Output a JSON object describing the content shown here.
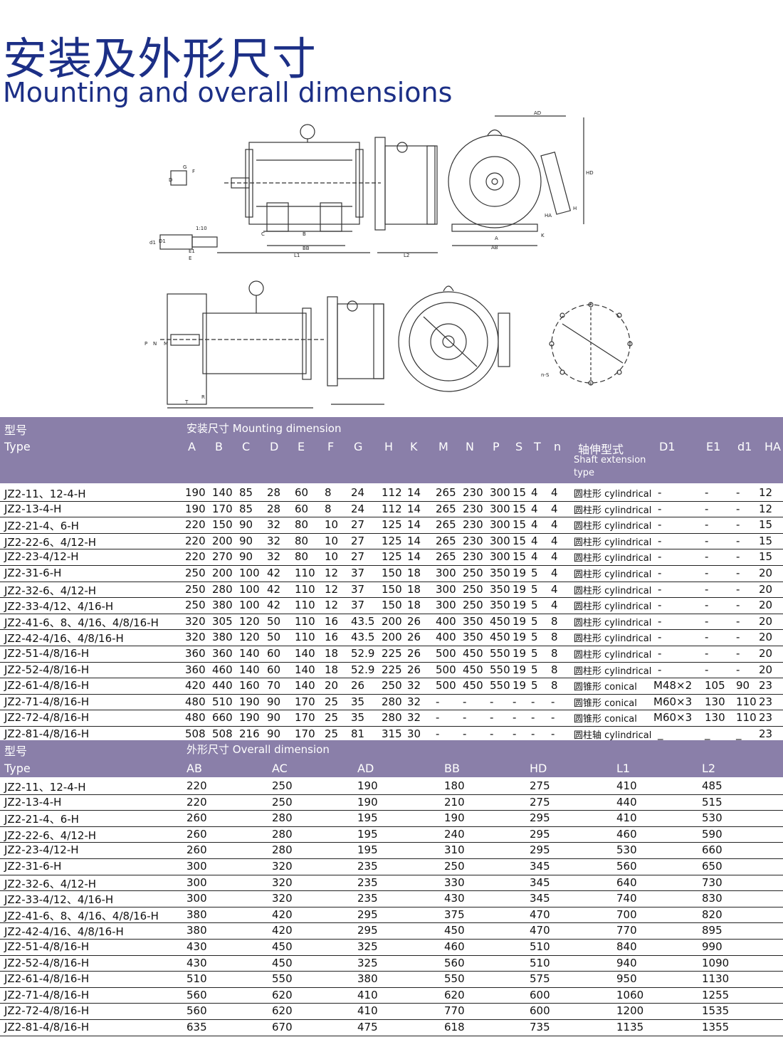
{
  "title_cn": "安装及外形尺寸",
  "title_en": "Mounting and overall dimensions",
  "drawing_labels": [
    "AD",
    "HD",
    "H",
    "HA",
    "A",
    "AB",
    "K",
    "G",
    "D",
    "F",
    "1:10",
    "d1",
    "D1",
    "E1",
    "E",
    "C",
    "B",
    "BB",
    "L1",
    "L2",
    "P",
    "N",
    "M",
    "T",
    "R",
    "n-S"
  ],
  "mounting": {
    "type_label_cn": "型号",
    "type_label_en": "Type",
    "section_title": "安装尺寸 Mounting dimension",
    "columns": [
      "A",
      "B",
      "C",
      "D",
      "E",
      "F",
      "G",
      "H",
      "K",
      "M",
      "N",
      "P",
      "S",
      "T",
      "n"
    ],
    "shaft_cn": "轴伸型式",
    "shaft_en": "Shaft extension type",
    "extra_columns": [
      "D1",
      "E1",
      "d1",
      "HA"
    ],
    "rows": [
      {
        "type": "JZ2-11、12-4-H",
        "v": [
          "190",
          "140",
          "85",
          "28",
          "60",
          "8",
          "24",
          "112",
          "14",
          "265",
          "230",
          "300",
          "15",
          "4",
          "4"
        ],
        "shaft": "圆柱形 cylindrical",
        "x": [
          "-",
          "-",
          "-",
          "12"
        ]
      },
      {
        "type": "JZ2-13-4-H",
        "v": [
          "190",
          "170",
          "85",
          "28",
          "60",
          "8",
          "24",
          "112",
          "14",
          "265",
          "230",
          "300",
          "15",
          "4",
          "4"
        ],
        "shaft": "圆柱形 cylindrical",
        "x": [
          "-",
          "-",
          "-",
          "12"
        ]
      },
      {
        "type": "JZ2-21-4、6-H",
        "v": [
          "220",
          "150",
          "90",
          "32",
          "80",
          "10",
          "27",
          "125",
          "14",
          "265",
          "230",
          "300",
          "15",
          "4",
          "4"
        ],
        "shaft": "圆柱形 cylindrical",
        "x": [
          "-",
          "-",
          "-",
          "15"
        ]
      },
      {
        "type": "JZ2-22-6、4/12-H",
        "v": [
          "220",
          "200",
          "90",
          "32",
          "80",
          "10",
          "27",
          "125",
          "14",
          "265",
          "230",
          "300",
          "15",
          "4",
          "4"
        ],
        "shaft": "圆柱形 cylindrical",
        "x": [
          "-",
          "-",
          "-",
          "15"
        ]
      },
      {
        "type": "JZ2-23-4/12-H",
        "v": [
          "220",
          "270",
          "90",
          "32",
          "80",
          "10",
          "27",
          "125",
          "14",
          "265",
          "230",
          "300",
          "15",
          "4",
          "4"
        ],
        "shaft": "圆柱形 cylindrical",
        "x": [
          "-",
          "-",
          "-",
          "15"
        ]
      },
      {
        "type": "JZ2-31-6-H",
        "v": [
          "250",
          "200",
          "100",
          "42",
          "110",
          "12",
          "37",
          "150",
          "18",
          "300",
          "250",
          "350",
          "19",
          "5",
          "4"
        ],
        "shaft": "圆柱形 cylindrical",
        "x": [
          "-",
          "-",
          "-",
          "20"
        ]
      },
      {
        "type": "JZ2-32-6、4/12-H",
        "v": [
          "250",
          "280",
          "100",
          "42",
          "110",
          "12",
          "37",
          "150",
          "18",
          "300",
          "250",
          "350",
          "19",
          "5",
          "4"
        ],
        "shaft": "圆柱形 cylindrical",
        "x": [
          "-",
          "-",
          "-",
          "20"
        ]
      },
      {
        "type": "JZ2-33-4/12、4/16-H",
        "v": [
          "250",
          "380",
          "100",
          "42",
          "110",
          "12",
          "37",
          "150",
          "18",
          "300",
          "250",
          "350",
          "19",
          "5",
          "4"
        ],
        "shaft": "圆柱形 cylindrical",
        "x": [
          "-",
          "-",
          "-",
          "20"
        ]
      },
      {
        "type": "JZ2-41-6、8、4/16、4/8/16-H",
        "v": [
          "320",
          "305",
          "120",
          "50",
          "110",
          "16",
          "43.5",
          "200",
          "26",
          "400",
          "350",
          "450",
          "19",
          "5",
          "8"
        ],
        "shaft": "圆柱形 cylindrical",
        "x": [
          "-",
          "-",
          "-",
          "20"
        ]
      },
      {
        "type": "JZ2-42-4/16、4/8/16-H",
        "v": [
          "320",
          "380",
          "120",
          "50",
          "110",
          "16",
          "43.5",
          "200",
          "26",
          "400",
          "350",
          "450",
          "19",
          "5",
          "8"
        ],
        "shaft": "圆柱形 cylindrical",
        "x": [
          "-",
          "-",
          "-",
          "20"
        ]
      },
      {
        "type": "JZ2-51-4/8/16-H",
        "v": [
          "360",
          "360",
          "140",
          "60",
          "140",
          "18",
          "52.9",
          "225",
          "26",
          "500",
          "450",
          "550",
          "19",
          "5",
          "8"
        ],
        "shaft": "圆柱形 cylindrical",
        "x": [
          "-",
          "-",
          "-",
          "20"
        ]
      },
      {
        "type": "JZ2-52-4/8/16-H",
        "v": [
          "360",
          "460",
          "140",
          "60",
          "140",
          "18",
          "52.9",
          "225",
          "26",
          "500",
          "450",
          "550",
          "19",
          "5",
          "8"
        ],
        "shaft": "圆柱形 cylindrical",
        "x": [
          "-",
          "-",
          "-",
          "20"
        ]
      },
      {
        "type": "JZ2-61-4/8/16-H",
        "v": [
          "420",
          "440",
          "160",
          "70",
          "140",
          "20",
          "26",
          "250",
          "32",
          "500",
          "450",
          "550",
          "19",
          "5",
          "8"
        ],
        "shaft": "圆锥形 conical",
        "x": [
          "M48×2",
          "105",
          "90",
          "23"
        ]
      },
      {
        "type": "JZ2-71-4/8/16-H",
        "v": [
          "480",
          "510",
          "190",
          "90",
          "170",
          "25",
          "35",
          "280",
          "32",
          "-",
          "-",
          "-",
          "-",
          "-",
          "-"
        ],
        "shaft": "圆锥形 conical",
        "x": [
          "M60×3",
          "130",
          "110",
          "23"
        ]
      },
      {
        "type": "JZ2-72-4/8/16-H",
        "v": [
          "480",
          "660",
          "190",
          "90",
          "170",
          "25",
          "35",
          "280",
          "32",
          "-",
          "-",
          "-",
          "-",
          "-",
          "-"
        ],
        "shaft": "圆锥形 conical",
        "x": [
          "M60×3",
          "130",
          "110",
          "23"
        ]
      },
      {
        "type": "JZ2-81-4/8/16-H",
        "v": [
          "508",
          "508",
          "216",
          "90",
          "170",
          "25",
          "81",
          "315",
          "30",
          "-",
          "-",
          "-",
          "-",
          "-",
          "-"
        ],
        "shaft": "圆柱轴 cylindrical",
        "x": [
          "_",
          "_",
          "_",
          "23"
        ]
      }
    ]
  },
  "overall": {
    "type_label_cn": "型号",
    "type_label_en": "Type",
    "section_title": "外形尺寸 Overall dimension",
    "columns": [
      "AB",
      "AC",
      "AD",
      "BB",
      "HD",
      "L1",
      "L2"
    ],
    "rows": [
      {
        "type": "JZ2-11、12-4-H",
        "v": [
          "220",
          "250",
          "190",
          "180",
          "275",
          "410",
          "485"
        ]
      },
      {
        "type": "JZ2-13-4-H",
        "v": [
          "220",
          "250",
          "190",
          "210",
          "275",
          "440",
          "515"
        ]
      },
      {
        "type": "JZ2-21-4、6-H",
        "v": [
          "260",
          "280",
          "195",
          "190",
          "295",
          "410",
          "530"
        ]
      },
      {
        "type": "JZ2-22-6、4/12-H",
        "v": [
          "260",
          "280",
          "195",
          "240",
          "295",
          "460",
          "590"
        ]
      },
      {
        "type": "JZ2-23-4/12-H",
        "v": [
          "260",
          "280",
          "195",
          "310",
          "295",
          "530",
          "660"
        ]
      },
      {
        "type": "JZ2-31-6-H",
        "v": [
          "300",
          "320",
          "235",
          "250",
          "345",
          "560",
          "650"
        ]
      },
      {
        "type": "JZ2-32-6、4/12-H",
        "v": [
          "300",
          "320",
          "235",
          "330",
          "345",
          "640",
          "730"
        ]
      },
      {
        "type": "JZ2-33-4/12、4/16-H",
        "v": [
          "300",
          "320",
          "235",
          "430",
          "345",
          "740",
          "830"
        ]
      },
      {
        "type": "JZ2-41-6、8、4/16、4/8/16-H",
        "v": [
          "380",
          "420",
          "295",
          "375",
          "470",
          "700",
          "820"
        ]
      },
      {
        "type": "JZ2-42-4/16、4/8/16-H",
        "v": [
          "380",
          "420",
          "295",
          "450",
          "470",
          "770",
          "895"
        ]
      },
      {
        "type": "JZ2-51-4/8/16-H",
        "v": [
          "430",
          "450",
          "325",
          "460",
          "510",
          "840",
          "990"
        ]
      },
      {
        "type": "JZ2-52-4/8/16-H",
        "v": [
          "430",
          "450",
          "325",
          "560",
          "510",
          "940",
          "1090"
        ]
      },
      {
        "type": "JZ2-61-4/8/16-H",
        "v": [
          "510",
          "550",
          "380",
          "550",
          "575",
          "950",
          "1130"
        ]
      },
      {
        "type": "JZ2-71-4/8/16-H",
        "v": [
          "560",
          "620",
          "410",
          "620",
          "600",
          "1060",
          "1255"
        ]
      },
      {
        "type": "JZ2-72-4/8/16-H",
        "v": [
          "560",
          "620",
          "410",
          "770",
          "600",
          "1200",
          "1535"
        ]
      },
      {
        "type": "JZ2-81-4/8/16-H",
        "v": [
          "635",
          "670",
          "475",
          "618",
          "735",
          "1135",
          "1355"
        ]
      }
    ]
  }
}
